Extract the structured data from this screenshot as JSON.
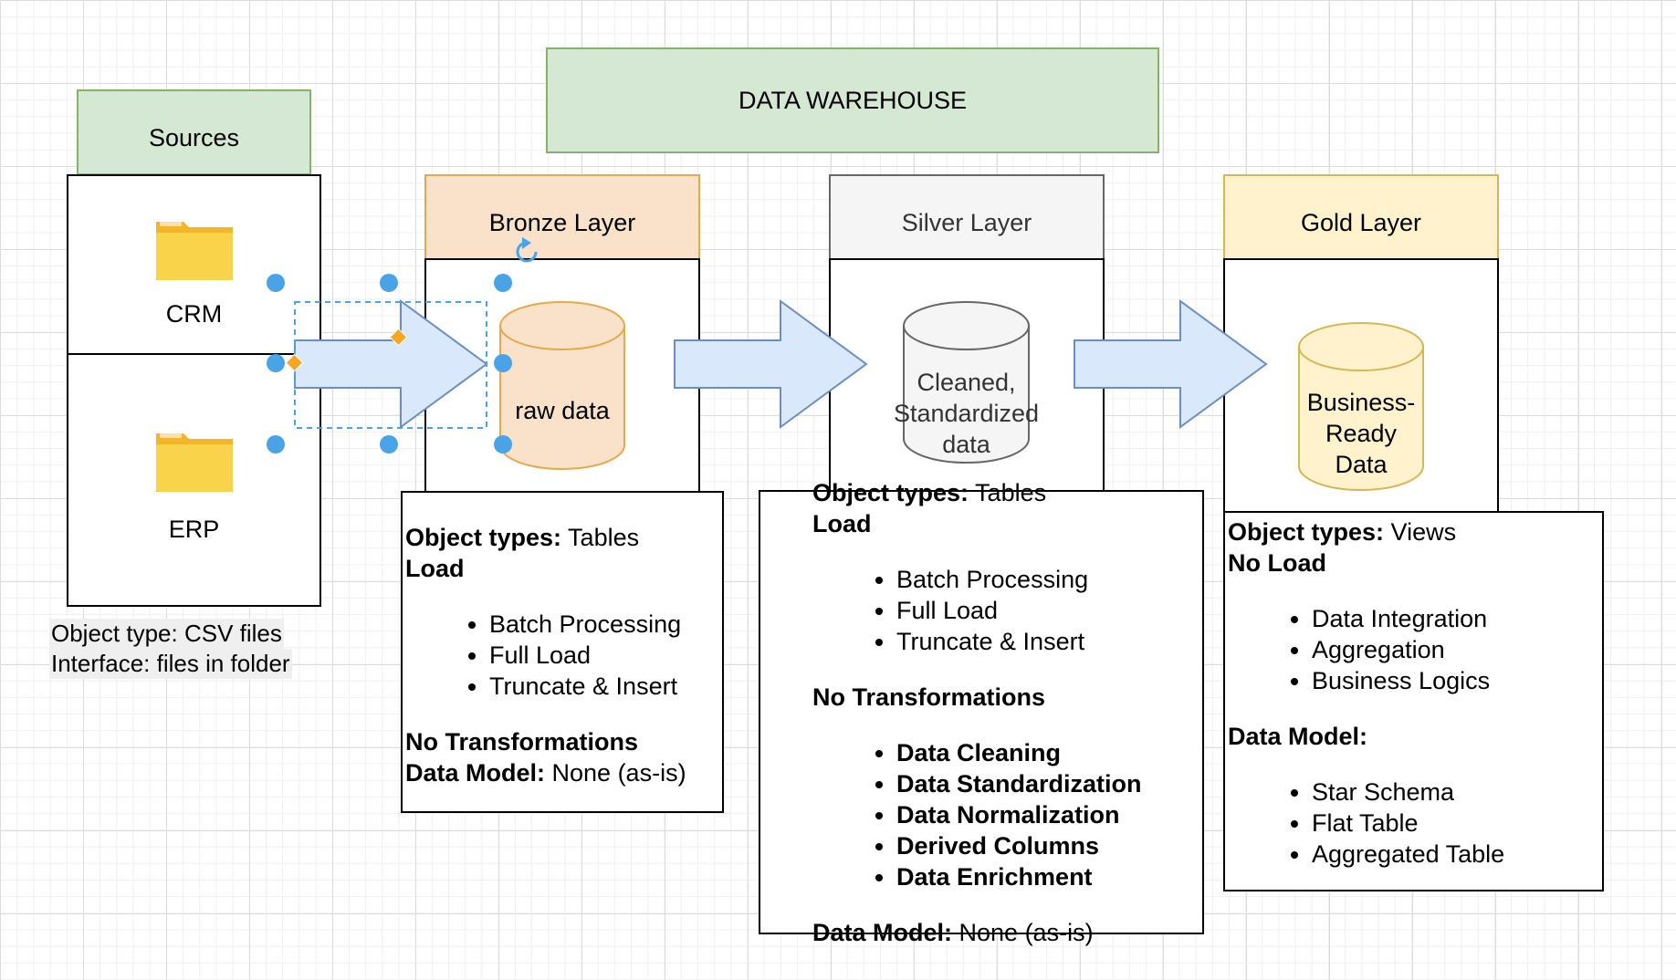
{
  "title": "DATA WAREHOUSE",
  "sources": {
    "header": "Sources",
    "items": [
      {
        "label": "CRM",
        "icon": "folder-icon"
      },
      {
        "label": "ERP",
        "icon": "folder-icon"
      }
    ],
    "note_line1": "Object type: CSV files",
    "note_line2": "Interface: files in folder"
  },
  "bronze": {
    "header": "Bronze Layer",
    "cylinder_label": "raw data",
    "object_types_label": "Object types:",
    "object_types_value": " Tables",
    "load_label": "Load",
    "load_items": [
      "Batch Processing",
      "Full Load",
      "Truncate & Insert"
    ],
    "transform_label": "No Transformations",
    "model_label": "Data Model:",
    "model_value": " None (as-is)"
  },
  "silver": {
    "header": "Silver Layer",
    "cylinder_line1": "Cleaned,",
    "cylinder_line2": "Standardized",
    "cylinder_line3": "data",
    "object_types_label": "Object types:",
    "object_types_value": " Tables",
    "load_label": "Load",
    "load_items": [
      "Batch Processing",
      "Full Load",
      "Truncate & Insert"
    ],
    "transform_label": "No Transformations",
    "transform_items": [
      "Data Cleaning",
      "Data Standardization",
      "Data Normalization",
      "Derived Columns",
      "Data Enrichment"
    ],
    "model_label": "Data Model:",
    "model_value": " None (as-is)"
  },
  "gold": {
    "header": "Gold Layer",
    "cylinder_line1": "Business-",
    "cylinder_line2": "Ready",
    "cylinder_line3": "Data",
    "object_types_label": "Object types:",
    "object_types_value": " Views",
    "load_label": "No Load",
    "load_items": [
      "Data Integration",
      "Aggregation",
      "Business Logics"
    ],
    "model_label": "Data Model:",
    "model_items": [
      "Star Schema",
      "Flat Table",
      "Aggregated Table"
    ]
  },
  "colors": {
    "green_fill": "#d5e8d4",
    "green_stroke": "#82b366",
    "bronze_fill": "#fae1c9",
    "bronze_stroke": "#e6a84a",
    "silver_fill": "#f5f5f5",
    "silver_stroke": "#666666",
    "gold_fill": "#fff2cc",
    "gold_stroke": "#d6b656",
    "arrow_fill": "#dae8fc",
    "arrow_stroke": "#6c8ebf",
    "selection": "#4aa3e6",
    "folder": "#f7c83a"
  }
}
